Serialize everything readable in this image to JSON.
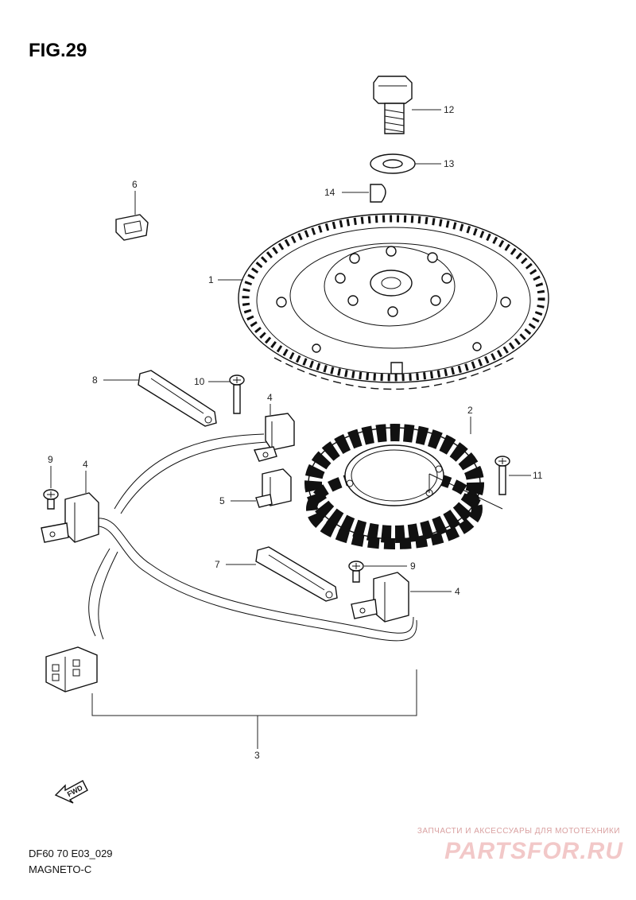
{
  "figure": {
    "title": "FIG.29"
  },
  "footer": {
    "code": "DF60 70 E03_029",
    "subtitle": "MAGNETO-C"
  },
  "fwd_marker": {
    "label": "FWD"
  },
  "watermark": {
    "top_text": "ЗАПЧАСТИ И АКСЕССУАРЫ ДЛЯ МОТОТЕХНИКИ",
    "main_text": "PARTSFOR.RU"
  },
  "callouts": {
    "flywheel": "1",
    "stator": "2",
    "harness": "3",
    "clamp_top": "4",
    "clamp_left": "4",
    "clamp_right": "4",
    "clamp_5": "5",
    "clip_6": "6",
    "strap_7": "7",
    "strap_8": "8",
    "screw_9_left": "9",
    "screw_9_right": "9",
    "screw_10": "10",
    "screw_11": "11",
    "bolt_12": "12",
    "washer_13": "13",
    "key_14": "14"
  }
}
